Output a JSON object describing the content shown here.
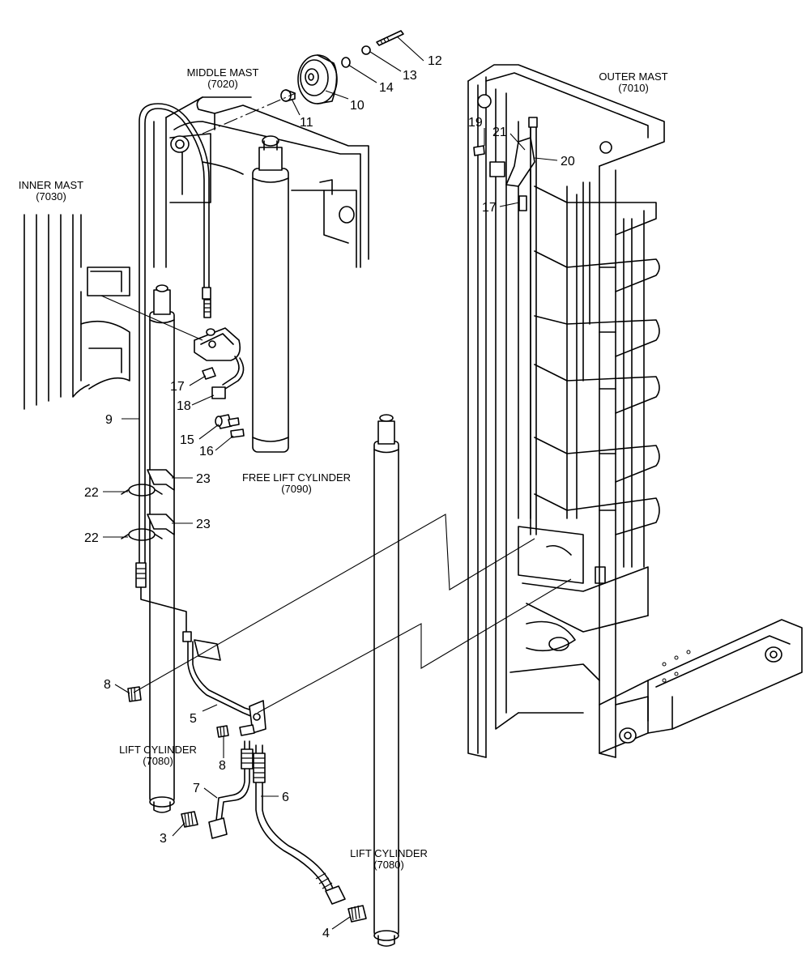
{
  "assemblies": {
    "middle_mast": {
      "name": "MIDDLE MAST",
      "code": "(7020)"
    },
    "outer_mast": {
      "name": "OUTER MAST",
      "code": "(7010)"
    },
    "inner_mast": {
      "name": "INNER MAST",
      "code": "(7030)"
    },
    "free_lift_cylinder": {
      "name": "FREE LIFT CYLINDER",
      "code": "(7090)"
    },
    "lift_cylinder_left": {
      "name": "LIFT CYLINDER",
      "code": "(7080)"
    },
    "lift_cylinder_right": {
      "name": "LIFT CYLINDER",
      "code": "(7080)"
    }
  },
  "callouts": {
    "p3": "3",
    "p4": "4",
    "p5": "5",
    "p6": "6",
    "p7": "7",
    "p8a": "8",
    "p8b": "8",
    "p9": "9",
    "p10": "10",
    "p11": "11",
    "p12": "12",
    "p13": "13",
    "p14": "14",
    "p15": "15",
    "p16": "16",
    "p17a": "17",
    "p17b": "17",
    "p18": "18",
    "p19": "19",
    "p20": "20",
    "p21": "21",
    "p22a": "22",
    "p22b": "22",
    "p23a": "23",
    "p23b": "23"
  }
}
